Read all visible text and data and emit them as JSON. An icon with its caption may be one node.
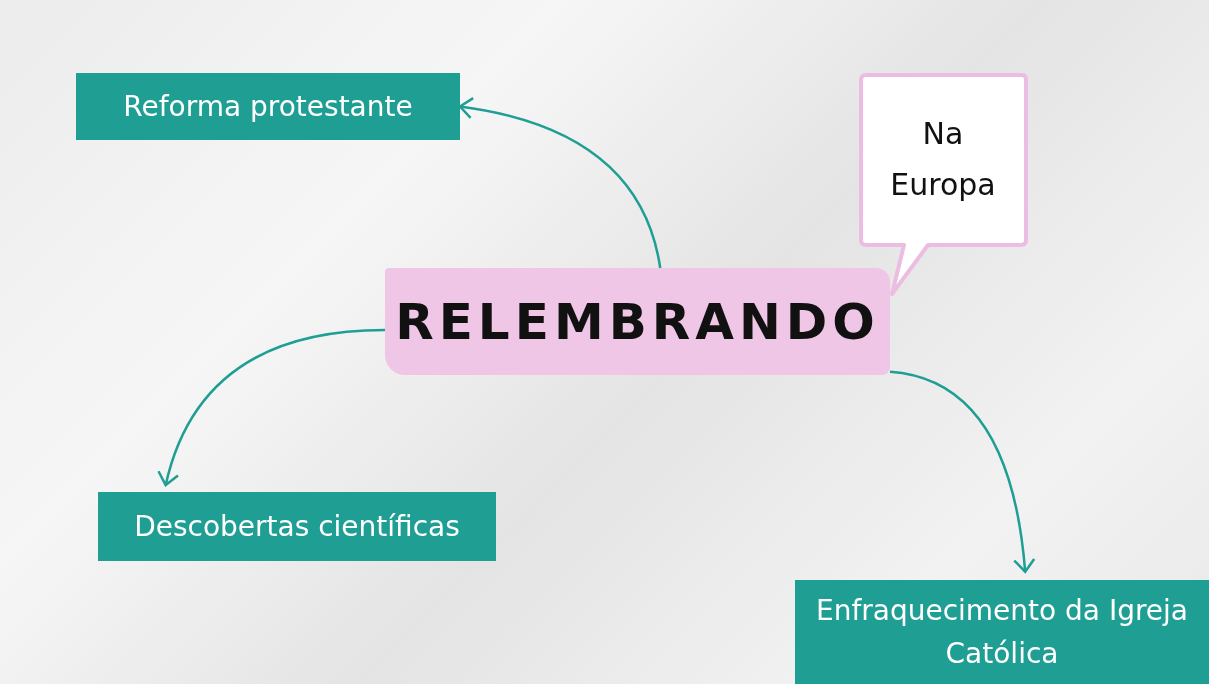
{
  "diagram": {
    "nodes": [
      {
        "text": [
          "RELEMBRANDO"
        ]
      },
      {
        "text": [
          "Reforma protestante"
        ]
      },
      {
        "text": [
          "Descobertas científicas"
        ]
      },
      {
        "text": [
          "Enfraquecimento da Igreja Católica"
        ]
      },
      {
        "text": [
          "Na Europa"
        ]
      }
    ],
    "edges": [
      {
        "from": 0,
        "to": 1,
        "arrow": "to"
      },
      {
        "from": 0,
        "to": 2,
        "arrow": "to"
      },
      {
        "from": 0,
        "to": 3,
        "arrow": "to"
      }
    ]
  }
}
